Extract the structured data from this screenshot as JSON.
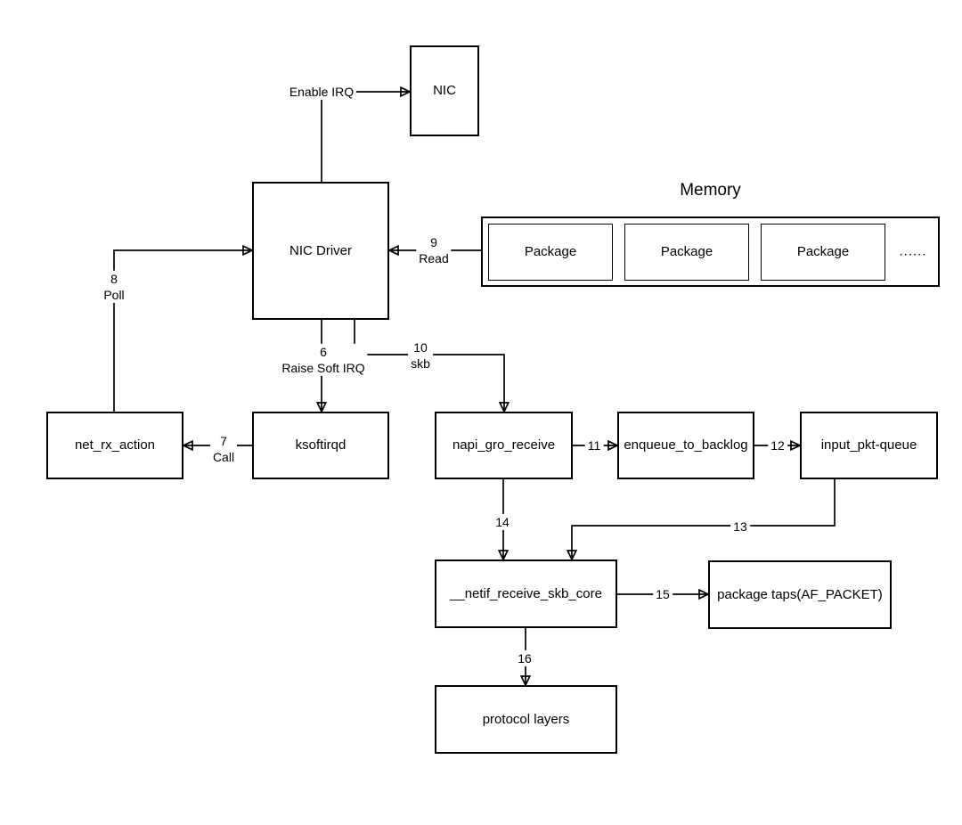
{
  "diagram": {
    "title": "Memory",
    "colors": {
      "line": "#000000",
      "background": "#ffffff",
      "text": "#000000"
    },
    "nodes": {
      "nic": {
        "label": "NIC"
      },
      "nic_driver": {
        "label": "NIC Driver"
      },
      "package1": {
        "label": "Package"
      },
      "package2": {
        "label": "Package"
      },
      "package3": {
        "label": "Package"
      },
      "memory_more": {
        "label": "......"
      },
      "net_rx_action": {
        "label": "net_rx_action"
      },
      "ksoftirqd": {
        "label": "ksoftirqd"
      },
      "napi_gro_receive": {
        "label": "napi_gro_receive"
      },
      "enqueue_to_backlog": {
        "label": "enqueue_to_backlog"
      },
      "input_pkt_queue": {
        "label": "input_pkt-queue"
      },
      "netif_receive_skb_core": {
        "label": "__netif_receive_skb_core"
      },
      "package_taps": {
        "label": "package taps(AF_PACKET)"
      },
      "protocol_layers": {
        "label": "protocol layers"
      }
    },
    "edges": {
      "enable_irq": {
        "label": "Enable IRQ"
      },
      "e6": {
        "num": "6",
        "label": "Raise Soft IRQ"
      },
      "e7": {
        "num": "7",
        "label": "Call"
      },
      "e8": {
        "num": "8",
        "label": "Poll"
      },
      "e9": {
        "num": "9",
        "label": "Read"
      },
      "e10": {
        "num": "10",
        "label": "skb"
      },
      "e11": {
        "num": "11"
      },
      "e12": {
        "num": "12"
      },
      "e13": {
        "num": "13"
      },
      "e14": {
        "num": "14"
      },
      "e15": {
        "num": "15"
      },
      "e16": {
        "num": "16"
      }
    }
  }
}
